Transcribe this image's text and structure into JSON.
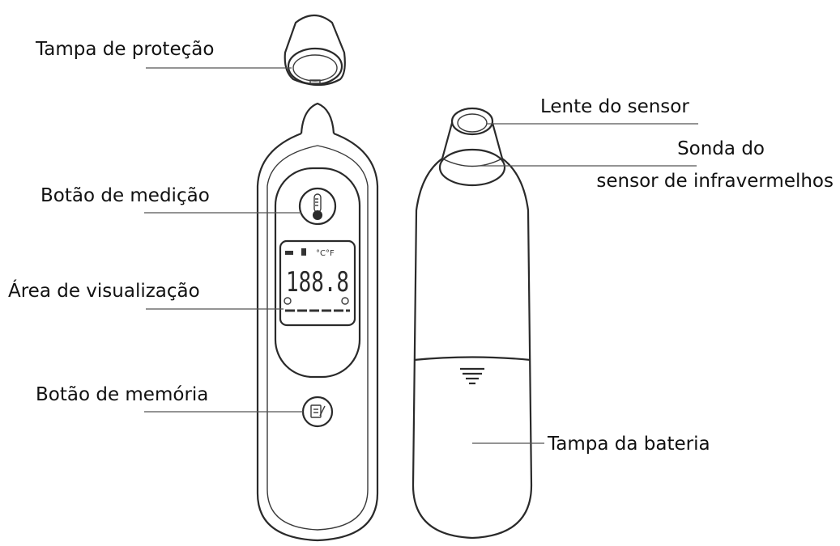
{
  "labels": {
    "protective_cap": "Tampa de proteção",
    "measure_button": "Botão de medição",
    "display_area": "Área de visualização",
    "memory_button": "Botão de memória",
    "sensor_lens": "Lente do sensor",
    "ir_probe_line1": "Sonda do",
    "ir_probe_line2": "sensor de infravermelhos",
    "battery_cover": "Tampa da bateria"
  },
  "display": {
    "digits": "188.8",
    "unit": "°C°F"
  }
}
